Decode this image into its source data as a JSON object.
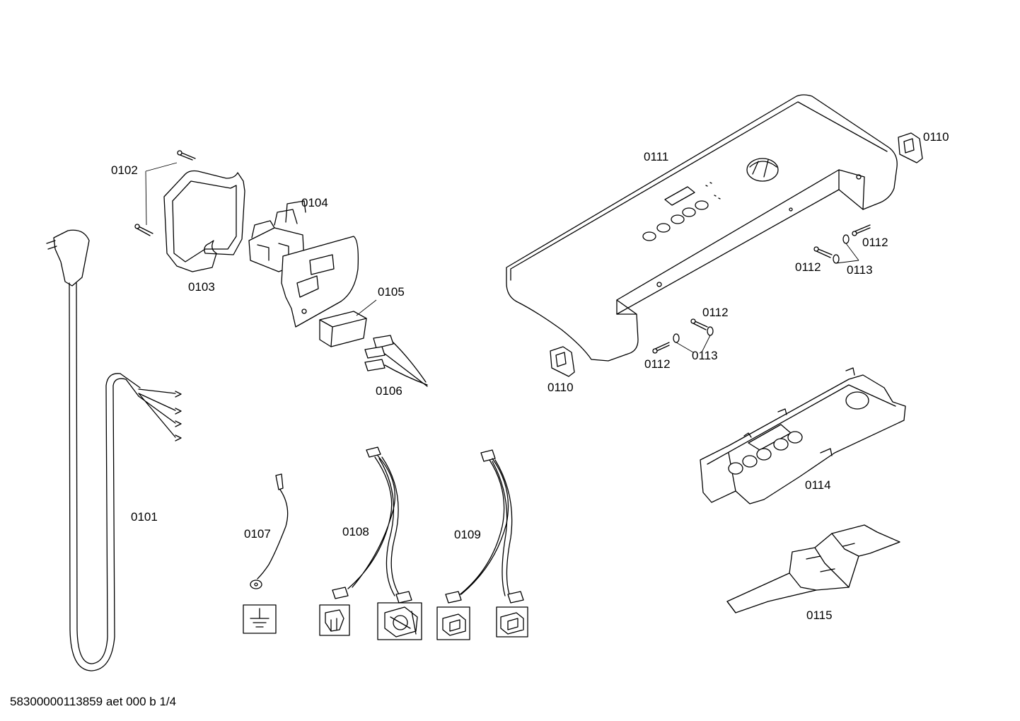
{
  "labels": {
    "p0101": "0101",
    "p0102": "0102",
    "p0103": "0103",
    "p0104": "0104",
    "p0105": "0105",
    "p0106": "0106",
    "p0107": "0107",
    "p0108": "0108",
    "p0109": "0109",
    "p0110a": "0110",
    "p0110b": "0110",
    "p0111": "0111",
    "p0112a": "0112",
    "p0112b": "0112",
    "p0112c": "0112",
    "p0112d": "0112",
    "p0113a": "0113",
    "p0113b": "0113",
    "p0114": "0114",
    "p0115": "0115"
  },
  "footer": "58300000113859 aet 000 b 1/4"
}
